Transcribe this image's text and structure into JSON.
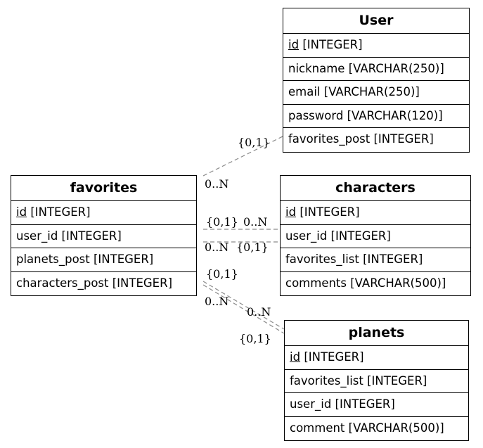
{
  "entities": {
    "user": {
      "title": "User",
      "fields": [
        {
          "name": "id",
          "type": "[INTEGER]",
          "pk": true
        },
        {
          "name": "nickname",
          "type": "[VARCHAR(250)]",
          "pk": false
        },
        {
          "name": "email",
          "type": "[VARCHAR(250)]",
          "pk": false
        },
        {
          "name": "password",
          "type": "[VARCHAR(120)]",
          "pk": false
        },
        {
          "name": "favorites_post",
          "type": "[INTEGER]",
          "pk": false
        }
      ]
    },
    "favorites": {
      "title": "favorites",
      "fields": [
        {
          "name": "id",
          "type": "[INTEGER]",
          "pk": true
        },
        {
          "name": "user_id",
          "type": "[INTEGER]",
          "pk": false
        },
        {
          "name": "planets_post",
          "type": "[INTEGER]",
          "pk": false
        },
        {
          "name": "characters_post",
          "type": "[INTEGER]",
          "pk": false
        }
      ]
    },
    "characters": {
      "title": "characters",
      "fields": [
        {
          "name": "id",
          "type": "[INTEGER]",
          "pk": true
        },
        {
          "name": "user_id",
          "type": "[INTEGER]",
          "pk": false
        },
        {
          "name": "favorites_list",
          "type": "[INTEGER]",
          "pk": false
        },
        {
          "name": "comments",
          "type": "[VARCHAR(500)]",
          "pk": false
        }
      ]
    },
    "planets": {
      "title": "planets",
      "fields": [
        {
          "name": "id",
          "type": "[INTEGER]",
          "pk": true
        },
        {
          "name": "favorites_list",
          "type": "[INTEGER]",
          "pk": false
        },
        {
          "name": "user_id",
          "type": "[INTEGER]",
          "pk": false
        },
        {
          "name": "comment",
          "type": "[VARCHAR(500)]",
          "pk": false
        }
      ]
    }
  },
  "relationships": [
    {
      "from": "favorites",
      "to": "user",
      "from_card": "0..N",
      "to_card": "{0,1}"
    },
    {
      "from": "favorites",
      "to": "characters",
      "from_card": "{0,1}",
      "to_card": "0..N"
    },
    {
      "from": "favorites",
      "to": "characters",
      "from_card": "0..N",
      "to_card": "{0,1}"
    },
    {
      "from": "favorites",
      "to": "planets",
      "from_card": "{0,1}",
      "to_card": "0..N"
    },
    {
      "from": "favorites",
      "to": "planets",
      "from_card": "0..N",
      "to_card": "{0,1}"
    }
  ],
  "colors": {
    "edge": "#8a8a8a",
    "border": "#000000",
    "text": "#000000"
  }
}
